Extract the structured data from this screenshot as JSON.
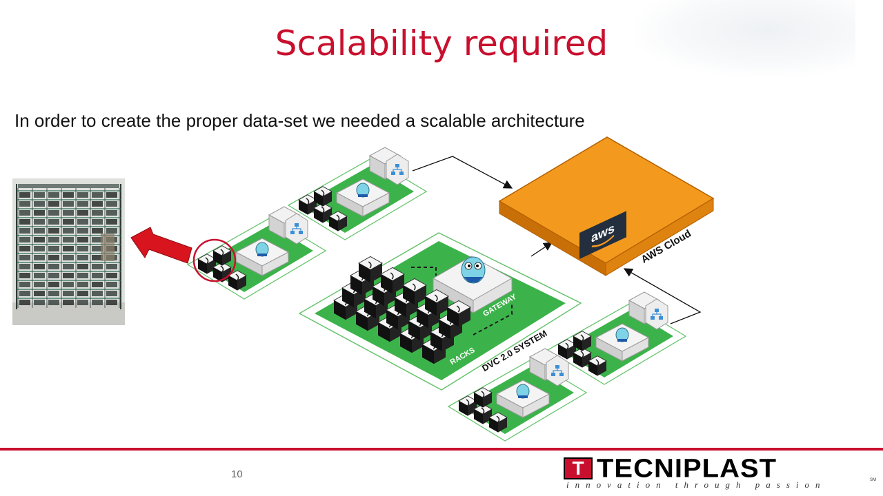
{
  "slide": {
    "title": "Scalability required",
    "subtitle": "In order to create the proper data-set we needed a scalable architecture",
    "page_number": "10"
  },
  "diagram": {
    "cloud_label": "AWS Cloud",
    "aws_logo_text": "aws",
    "system_label": "DVC 2.0 SYSTEM",
    "gateway_label": "GATEWAY",
    "racks_label": "RACKS"
  },
  "logo": {
    "mark": "T",
    "name": "TECNIPLAST",
    "tagline": "innovation through passion",
    "sm": "SM"
  },
  "colors": {
    "accent": "#c8102e",
    "cloud": "#f28c0f",
    "platform": "#3cb34a",
    "link_icon": "#3b8fd6"
  }
}
